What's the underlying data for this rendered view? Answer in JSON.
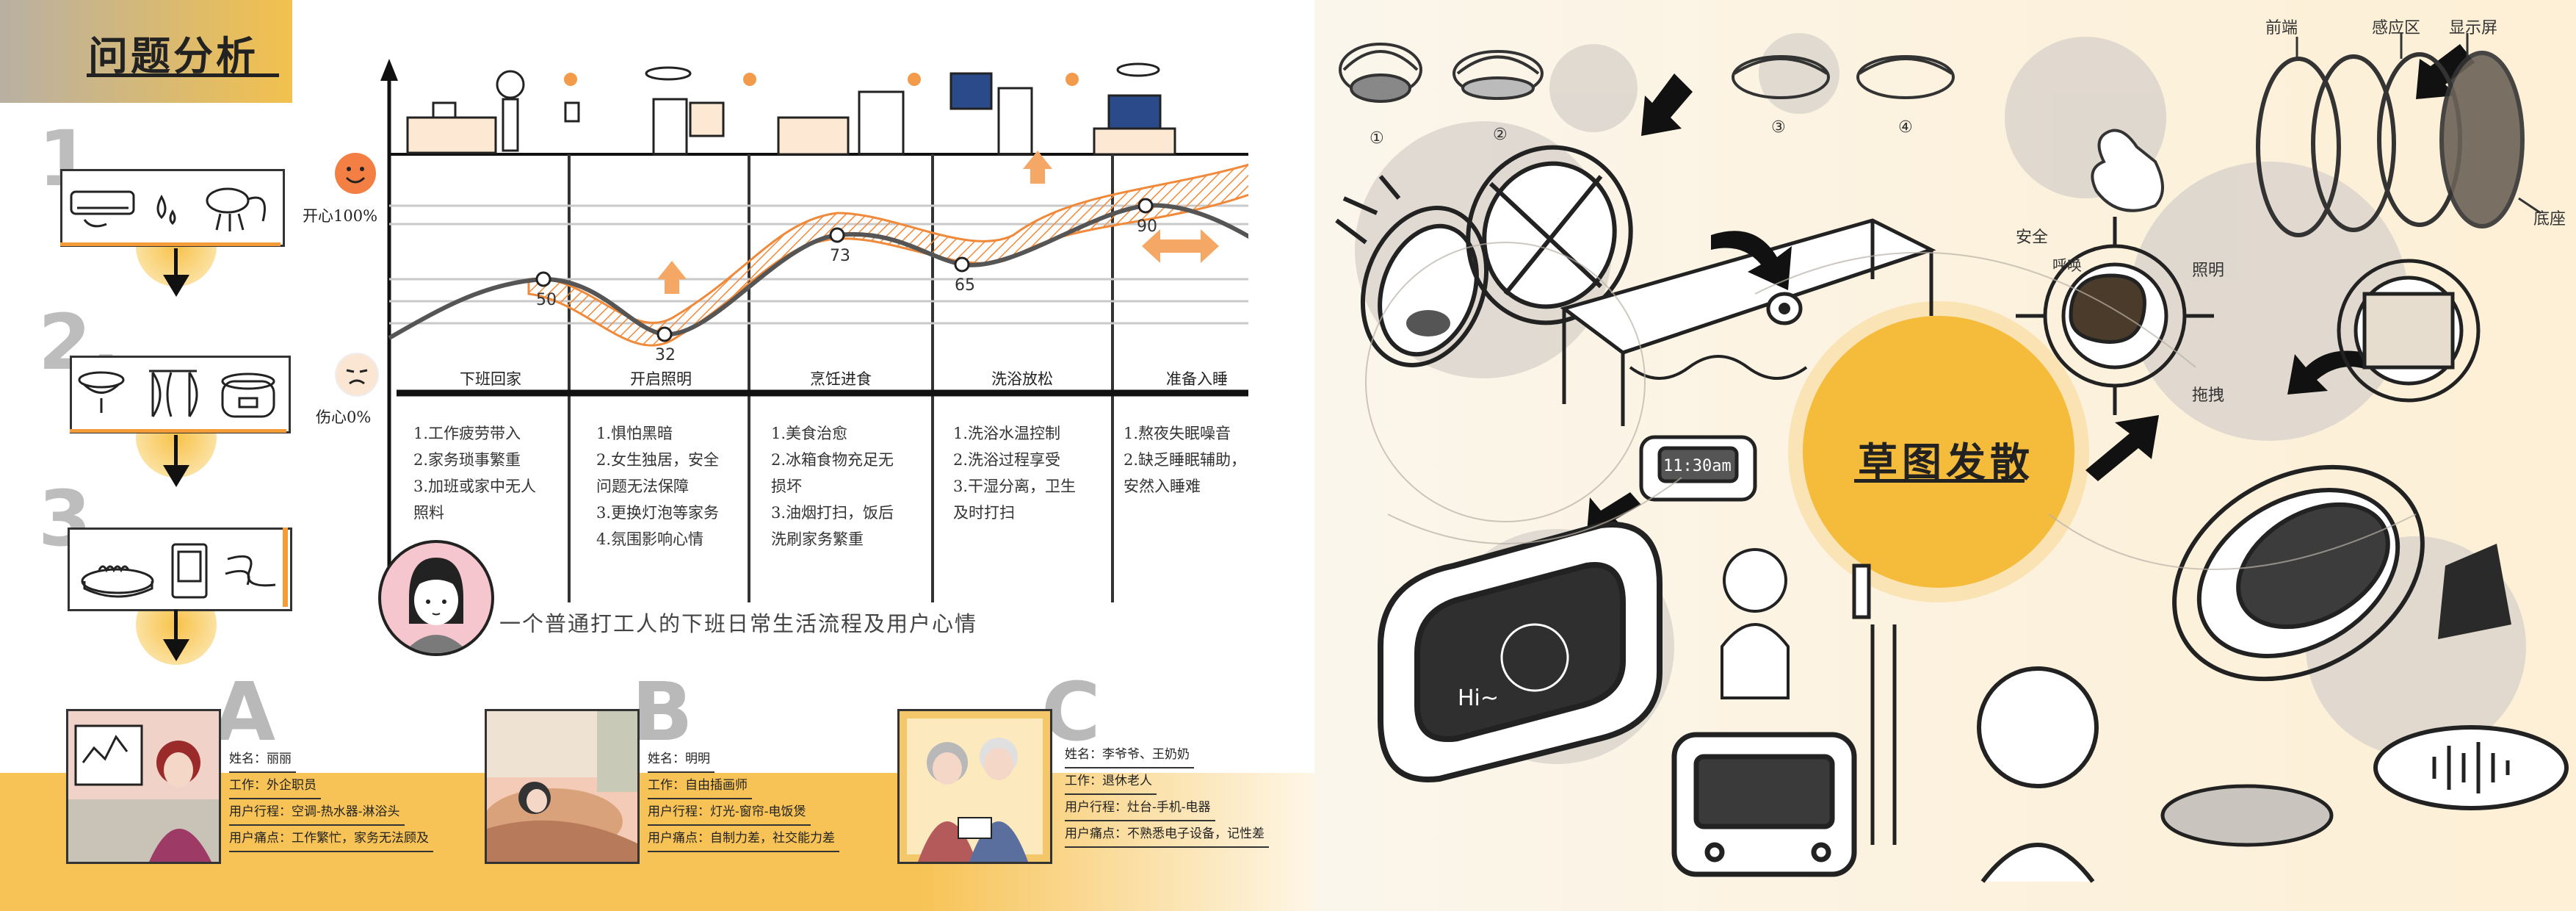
{
  "header": {
    "title": "问题分析"
  },
  "problems": [
    {
      "number": "1."
    },
    {
      "number": "2."
    },
    {
      "number": "3."
    }
  ],
  "chart": {
    "y_top_label": "开心100%",
    "y_bottom_label": "伤心0%",
    "caption": "一个普通打工人的下班日常生活流程及用户心情",
    "points": [
      "50",
      "32",
      "73",
      "65",
      "90"
    ],
    "stages": [
      {
        "label": "下班回家",
        "pains": [
          "1.工作疲劳带入",
          "2.家务琐事繁重",
          "3.加班或家中无人",
          "照料"
        ]
      },
      {
        "label": "开启照明",
        "pains": [
          "1.惧怕黑暗",
          "2.女生独居，安全",
          "问题无法保障",
          "3.更换灯泡等家务",
          "4.氛围影响心情"
        ]
      },
      {
        "label": "烹饪进食",
        "pains": [
          "1.美食治愈",
          "2.冰箱食物充足无",
          "损坏",
          "3.油烟打扫，饭后",
          "洗刷家务繁重"
        ]
      },
      {
        "label": "洗浴放松",
        "pains": [
          "1.洗浴水温控制",
          "2.洗浴过程享受",
          "3.干湿分离，卫生",
          "及时打扫"
        ]
      },
      {
        "label": "准备入睡",
        "pains": [
          "1.熬夜失眠噪音",
          "2.缺乏睡眠辅助，",
          "安然入睡难"
        ]
      }
    ]
  },
  "chart_data": {
    "type": "line",
    "categories": [
      "下班回家",
      "开启照明",
      "烹饪进食",
      "洗浴放松",
      "准备入睡"
    ],
    "values": [
      50,
      32,
      73,
      65,
      90
    ],
    "ylim": [
      0,
      100
    ]
  },
  "personas": [
    {
      "letter": "A",
      "name": "姓名：丽丽",
      "job": "工作：外企职员",
      "trip": "用户行程：空调-热水器-淋浴头",
      "pain": "用户痛点：工作繁忙，家务无法顾及"
    },
    {
      "letter": "B",
      "name": "姓名：明明",
      "job": "工作：自由插画师",
      "trip": "用户行程：灯光-窗帘-电饭煲",
      "pain": "用户痛点：自制力差，社交能力差"
    },
    {
      "letter": "C",
      "name": "姓名：李爷爷、王奶奶",
      "job": "工作：退休老人",
      "trip": "用户行程：灶台-手机-电器",
      "pain": "用户痛点：不熟悉电子设备，记性差"
    }
  ],
  "sketch": {
    "title": "草图发散",
    "clock_text": "11:30am",
    "notes": {
      "n1": "①",
      "n2": "②",
      "n3": "③",
      "n4": "④",
      "front": "前端",
      "sense": "感应区",
      "display": "显示屏",
      "base": "底座",
      "safety": "安全",
      "lighting": "照明",
      "reminder": "呼唤",
      "retrieve": "拖拽",
      "hi": "Hi~",
      "time_small": "11:30"
    }
  }
}
